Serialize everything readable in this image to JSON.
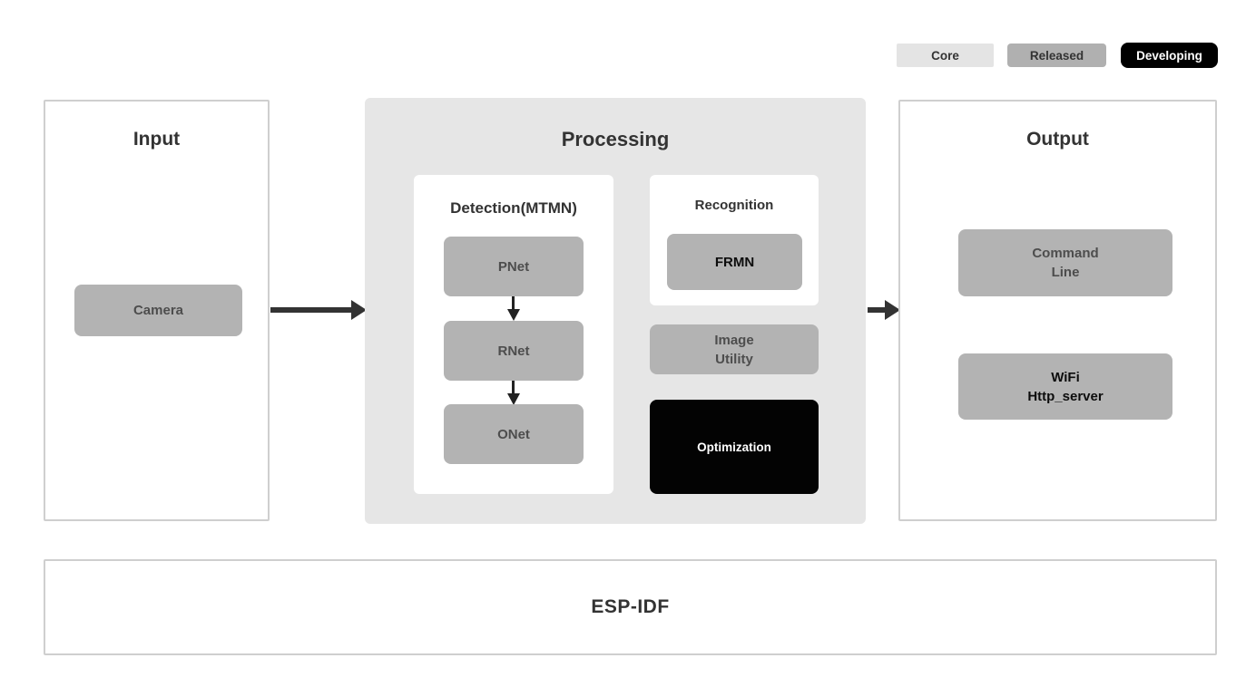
{
  "legend": {
    "items": [
      {
        "label": "Core",
        "status": "core"
      },
      {
        "label": "Released",
        "status": "released"
      },
      {
        "label": "Developing",
        "status": "developing"
      }
    ]
  },
  "colors": {
    "core": "#e4e4e4",
    "released": "#b3b3b3",
    "developing": "#000000",
    "panel_border": "#cfcfcf",
    "processing_background": "#e6e6e6",
    "title_text": "#333333",
    "gray_block_text": "#4d4d4d",
    "arrow": "#333333"
  },
  "sections": {
    "input": {
      "title": "Input",
      "camera": {
        "label": "Camera",
        "status": "released"
      }
    },
    "processing": {
      "title": "Processing",
      "detection": {
        "title": "Detection(MTMN)",
        "blocks": [
          {
            "label": "PNet",
            "status": "released"
          },
          {
            "label": "RNet",
            "status": "released"
          },
          {
            "label": "ONet",
            "status": "released"
          }
        ]
      },
      "recognition": {
        "title": "Recognition",
        "blocks": [
          {
            "label": "FRMN",
            "status": "released"
          }
        ]
      },
      "image_utility": {
        "lines": [
          "Image",
          "Utility"
        ],
        "status": "released"
      },
      "optimization": {
        "label": "Optimization",
        "status": "developing"
      }
    },
    "output": {
      "title": "Output",
      "blocks": [
        {
          "lines": [
            "Command",
            "Line"
          ],
          "status": "released"
        },
        {
          "lines": [
            "WiFi",
            "Http_server"
          ],
          "status": "released"
        }
      ]
    },
    "foundation": {
      "title": "ESP-IDF"
    }
  }
}
